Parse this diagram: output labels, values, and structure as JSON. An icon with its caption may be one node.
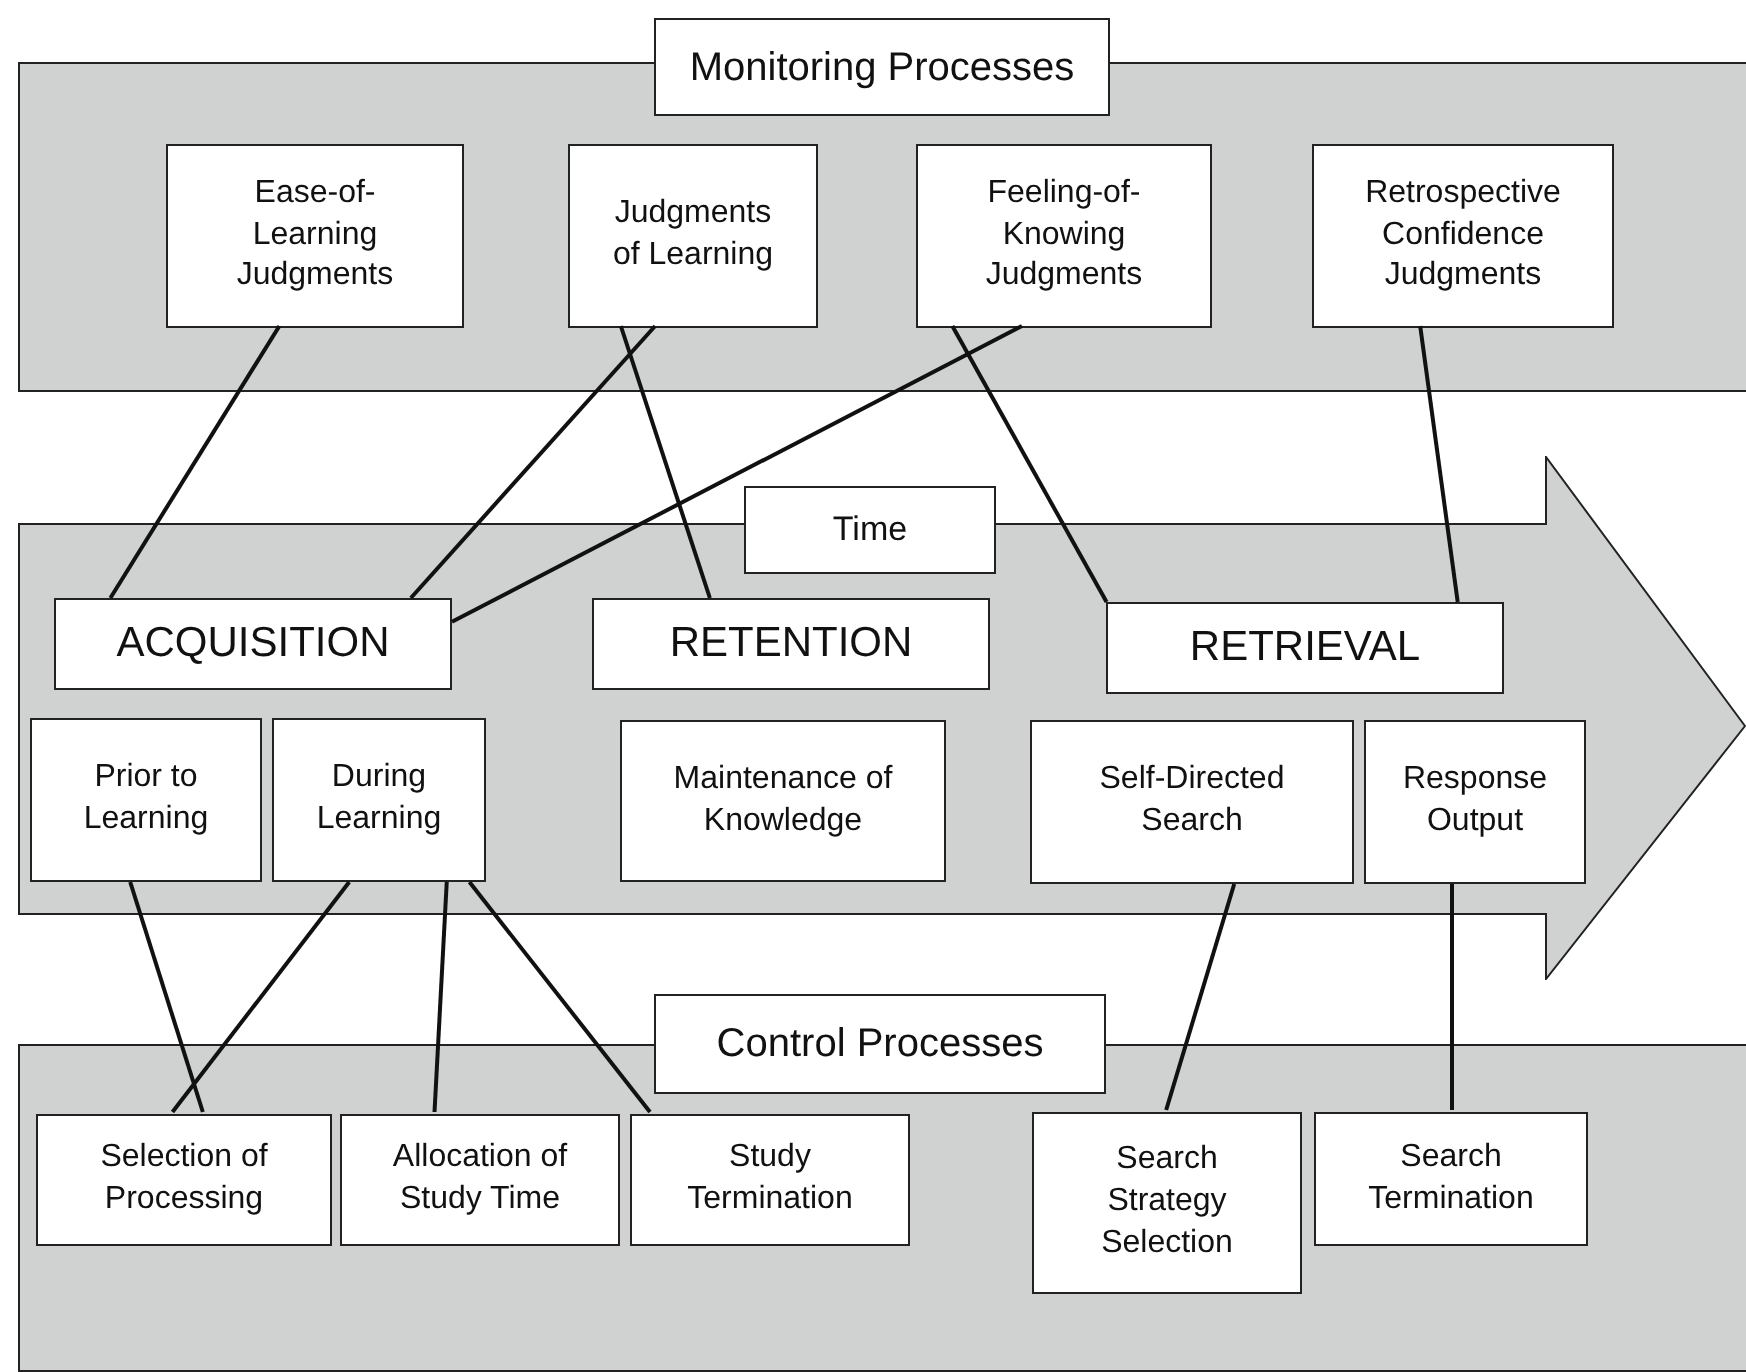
{
  "diagram": {
    "nodes": [
      {
        "text": [],
        "shape": "box"
      },
      {
        "text": [
          "Monitoring Processes"
        ]
      },
      {
        "text": [
          "Ease-of-Learning Judgments"
        ],
        "in": 0
      },
      {
        "text": [
          "Judgments of Learning"
        ],
        "in": 0
      },
      {
        "text": [
          "Feeling-of-Knowing Judgments"
        ],
        "in": 0
      },
      {
        "text": [
          "Retrospective Confidence Judgments"
        ],
        "in": 0
      },
      {
        "text": [
          "Time"
        ]
      },
      {
        "text": [
          "ACQUISITION"
        ],
        "in": 6
      },
      {
        "text": [
          "RETENTION"
        ],
        "in": 6
      },
      {
        "text": [
          "RETRIEVAL"
        ],
        "in": 6
      },
      {
        "text": [
          "Prior to Learning"
        ],
        "in": 6
      },
      {
        "text": [
          "During Learning"
        ],
        "in": 6
      },
      {
        "text": [
          "Maintenance of Knowledge"
        ],
        "in": 6
      },
      {
        "text": [
          "Self-Directed Search"
        ],
        "in": 6
      },
      {
        "text": [
          "Response Output"
        ],
        "in": 6
      },
      {
        "text": [],
        "shape": "box"
      },
      {
        "text": [
          "Control Processes"
        ]
      },
      {
        "text": [
          "Selection of Processing"
        ],
        "in": 15
      },
      {
        "text": [
          "Allocation of Study Time"
        ],
        "in": 15
      },
      {
        "text": [
          "Study Termination"
        ],
        "in": 15
      },
      {
        "text": [
          "Search Strategy Selection"
        ],
        "in": 15
      },
      {
        "text": [
          "Search Termination"
        ],
        "in": 15
      }
    ],
    "edges": [
      {
        "from": 2,
        "to": 7,
        "arrow": "none"
      },
      {
        "from": 3,
        "to": 7,
        "arrow": "none"
      },
      {
        "from": 3,
        "to": 8,
        "arrow": "none"
      },
      {
        "from": 4,
        "to": 7,
        "arrow": "none"
      },
      {
        "from": 4,
        "to": 9,
        "arrow": "none"
      },
      {
        "from": 5,
        "to": 9,
        "arrow": "none"
      },
      {
        "from": 10,
        "to": 17,
        "arrow": "none"
      },
      {
        "from": 11,
        "to": 17,
        "arrow": "none"
      },
      {
        "from": 11,
        "to": 18,
        "arrow": "none"
      },
      {
        "from": 11,
        "to": 19,
        "arrow": "none"
      },
      {
        "from": 13,
        "to": 20,
        "arrow": "none"
      },
      {
        "from": 14,
        "to": 21,
        "arrow": "none"
      }
    ]
  }
}
